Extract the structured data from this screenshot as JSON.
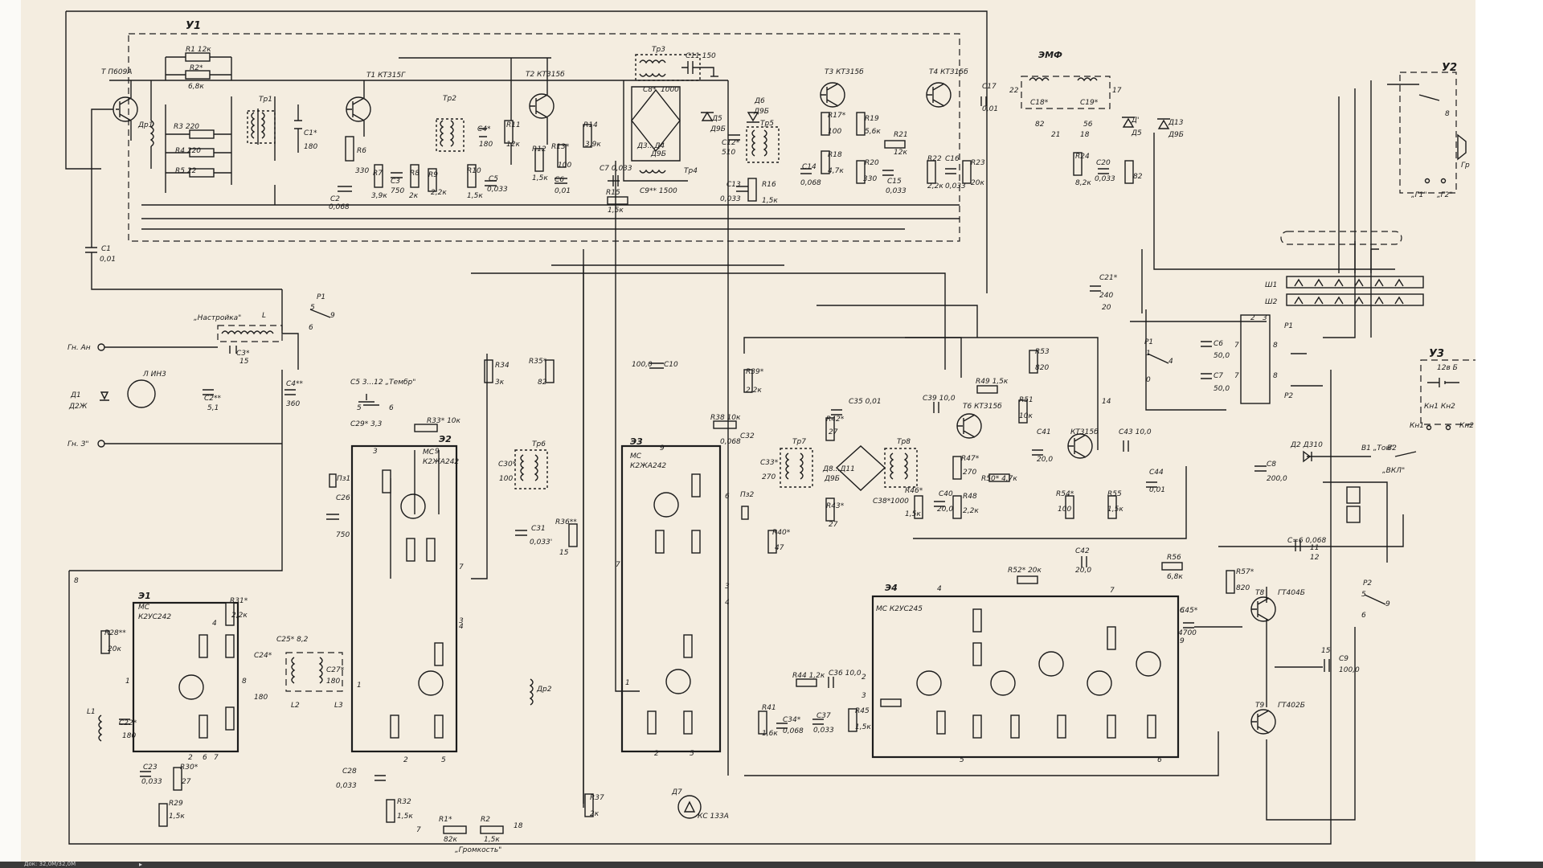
{
  "units": {
    "u1": "У1",
    "u2": "У2",
    "u3": "У3"
  },
  "blocks": {
    "e1": {
      "id": "Э1",
      "type": "МС",
      "name": "К2УС242"
    },
    "e2": {
      "id": "Э2",
      "type": "МС",
      "name": "К2ЖА242"
    },
    "e3": {
      "id": "Э3",
      "type": "МС",
      "name": "К2ЖА242"
    },
    "e4": {
      "id": "Э4",
      "type": "МС К2УС245",
      "name": ""
    }
  },
  "transistors": {
    "t": "Т П609А",
    "t1": "Т1  КТ315Г",
    "t2": "Т2  КТ315б",
    "t3": "Т3 КТ315б",
    "t4": "Т4  КТ315б",
    "t6": "Т6 КТ315б",
    "t7": "КТ315б",
    "t8": "ГТ404Б",
    "t9": "ГТ402Б"
  },
  "front_labels": {
    "tuning": "„Настройка\"",
    "tone": "C5  3...12 „Тембр\"",
    "volume": "„Громкость\"",
    "ton": "В1 „Тон\"",
    "on": "„ВКЛ\"",
    "g1": "„Г1\"",
    "g2": "„Г2\"",
    "emf": "ЭМФ",
    "gn_an": "Гн. Ан",
    "gn_z": "Гн. З\"",
    "d1": "Д1 Д2Ж",
    "l_ant": "Л ИН3",
    "d7": "Д7 КС 133А",
    "d2": "Д2 Д310",
    "sh1": "Ш1",
    "sh2": "Ш2",
    "bat": "12в Б",
    "kn": "Кн1 Кн2",
    "gr": "Гр"
  },
  "resistors": [
    "R1 12к",
    "R2* 6,8к",
    "R3 220",
    "R4 220",
    "R5 22",
    "R6 330",
    "R7 3,9к",
    "R8 2к",
    "R9 2,2к",
    "R10 1,5к",
    "R11 12к",
    "R12 1,5к",
    "R13* 100",
    "R14 3,9к",
    "R15 1,5к",
    "R16 1,5к",
    "R17* 100",
    "R18 4,7к",
    "R19 5,6к",
    "R20 330",
    "R21 12к",
    "R22 2,2к",
    "R23 20к",
    "R24 8,2к",
    "R28** 20к",
    "R29 1,5к",
    "R30* 27",
    "R31* 2,2к",
    "R32 1,5к",
    "R33* 10к",
    "R34 3к",
    "R35* 82",
    "R36** 15",
    "R37 2к",
    "R38 10к",
    "R39* 2,2к",
    "R40* 47",
    "R41 1,6к",
    "R42* 27",
    "R43* 27",
    "R44 1,2к",
    "R45 1,5к",
    "R46* 1,5к",
    "R47* 270",
    "R48 2,2к",
    "R49 1,5к",
    "R50* 4,7к",
    "R51 10к",
    "R52* 20к",
    "R53 820",
    "R54* 100",
    "R55 1,5к",
    "R56 6,8к",
    "R57* 820",
    "R1* 82к",
    "R2 1,5к"
  ],
  "capacitors": [
    "C1 0,01",
    "C1* 180",
    "C2 0,068",
    "C3 750",
    "C4* 180",
    "C5 0,033",
    "C6 0,01",
    "C7 0,033",
    "C8* 1000",
    "C9** 1500",
    "C11 150",
    "C12* 510",
    "C13 0,033",
    "C14 0,068",
    "C15 0,033",
    "C16 0,033",
    "C17 0,01",
    "C18* 82",
    "C19* 56",
    "C20 0,033",
    "C21* 240",
    "C2** 5,1",
    "C3* 15",
    "C4** 360",
    "C10 100,0",
    "C26 750",
    "C28 0,033",
    "C29* 3,3",
    "C30* 100",
    "C31 0,033",
    "C32 0,068",
    "C33* 270",
    "C34* 0,068",
    "C35 0,01",
    "C36 10,0",
    "C37 0,033",
    "C38* 1000",
    "C39 10,0",
    "C40 20,0",
    "C41 20,0",
    "C42 20,0",
    "C43 10,0",
    "C44 0,01",
    "C45* 4700",
    "C6 50,0",
    "C7 50,0",
    "C8 200,0",
    "C9 100,0",
    "C22* 180",
    "C23 0,033",
    "C24* 180",
    "C25* 8,2",
    "C27* 180",
    "C=6 0,068"
  ],
  "transformers": [
    "Тр1",
    "Тр2",
    "Тр3",
    "Тр4",
    "Тр5",
    "Тр6",
    "Тр7",
    "Тр8"
  ],
  "misc": [
    "Др1",
    "Др2",
    "Пз1",
    "Пз2",
    "L1",
    "L2",
    "L3",
    "L",
    "Р1",
    "Р2",
    "Д3...Д4 Д9Б",
    "Д5 Д9Б",
    "Д6 Д9Б",
    "Д8...Д11 Д9Б",
    "Д12",
    "Д13 Д9Б"
  ],
  "status": {
    "text": "Док: 32,0M/32,0M"
  }
}
